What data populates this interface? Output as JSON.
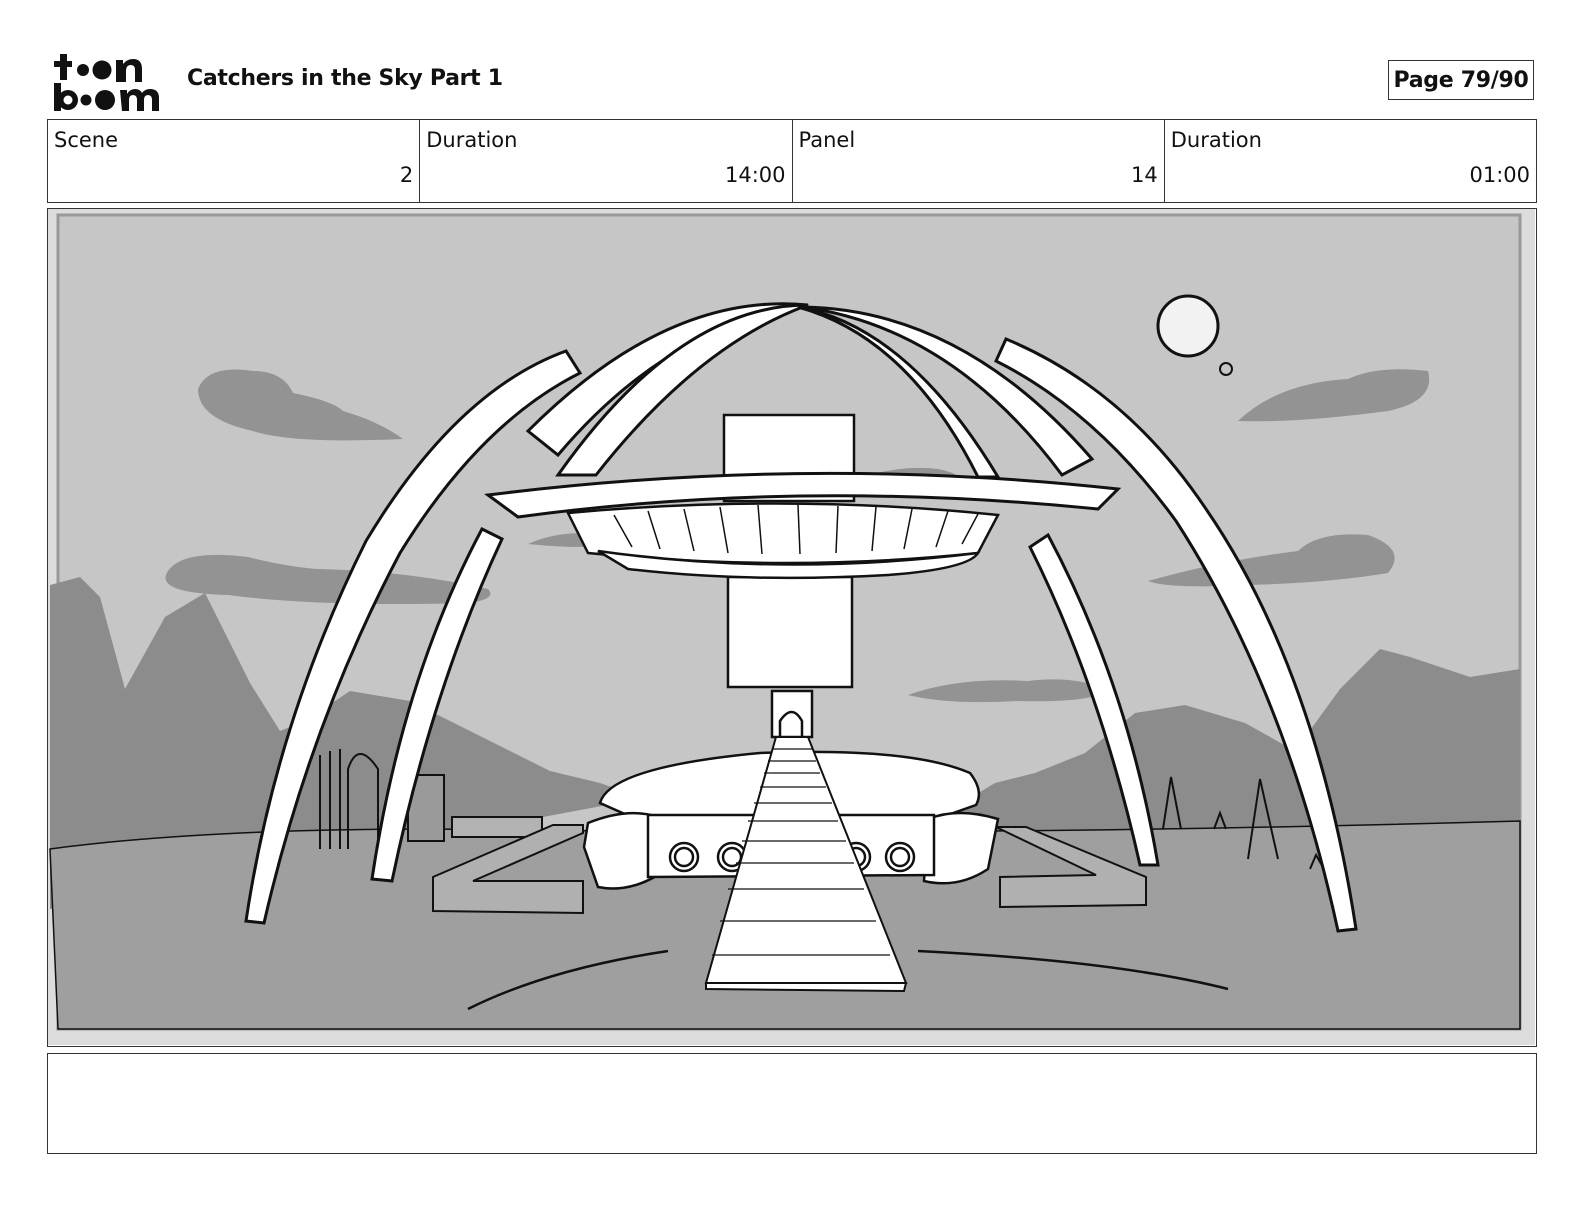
{
  "header": {
    "logo_text_top": "toon",
    "logo_text_bottom": "boom",
    "title": "Catchers in the Sky Part 1",
    "page_label": "Page 79/90"
  },
  "info": {
    "scene_label": "Scene",
    "scene_value": "2",
    "scene_duration_label": "Duration",
    "scene_duration_value": "14:00",
    "panel_label": "Panel",
    "panel_value": "14",
    "panel_duration_label": "Duration",
    "panel_duration_value": "01:00"
  },
  "panel": {
    "colors": {
      "sky": "#c6c6c6",
      "mountains": "#8c8c8c",
      "ground": "#9f9f9f",
      "clouds": "#939393",
      "structure": "#ffffff",
      "ink": "#111111"
    }
  },
  "notes": {
    "text": ""
  }
}
